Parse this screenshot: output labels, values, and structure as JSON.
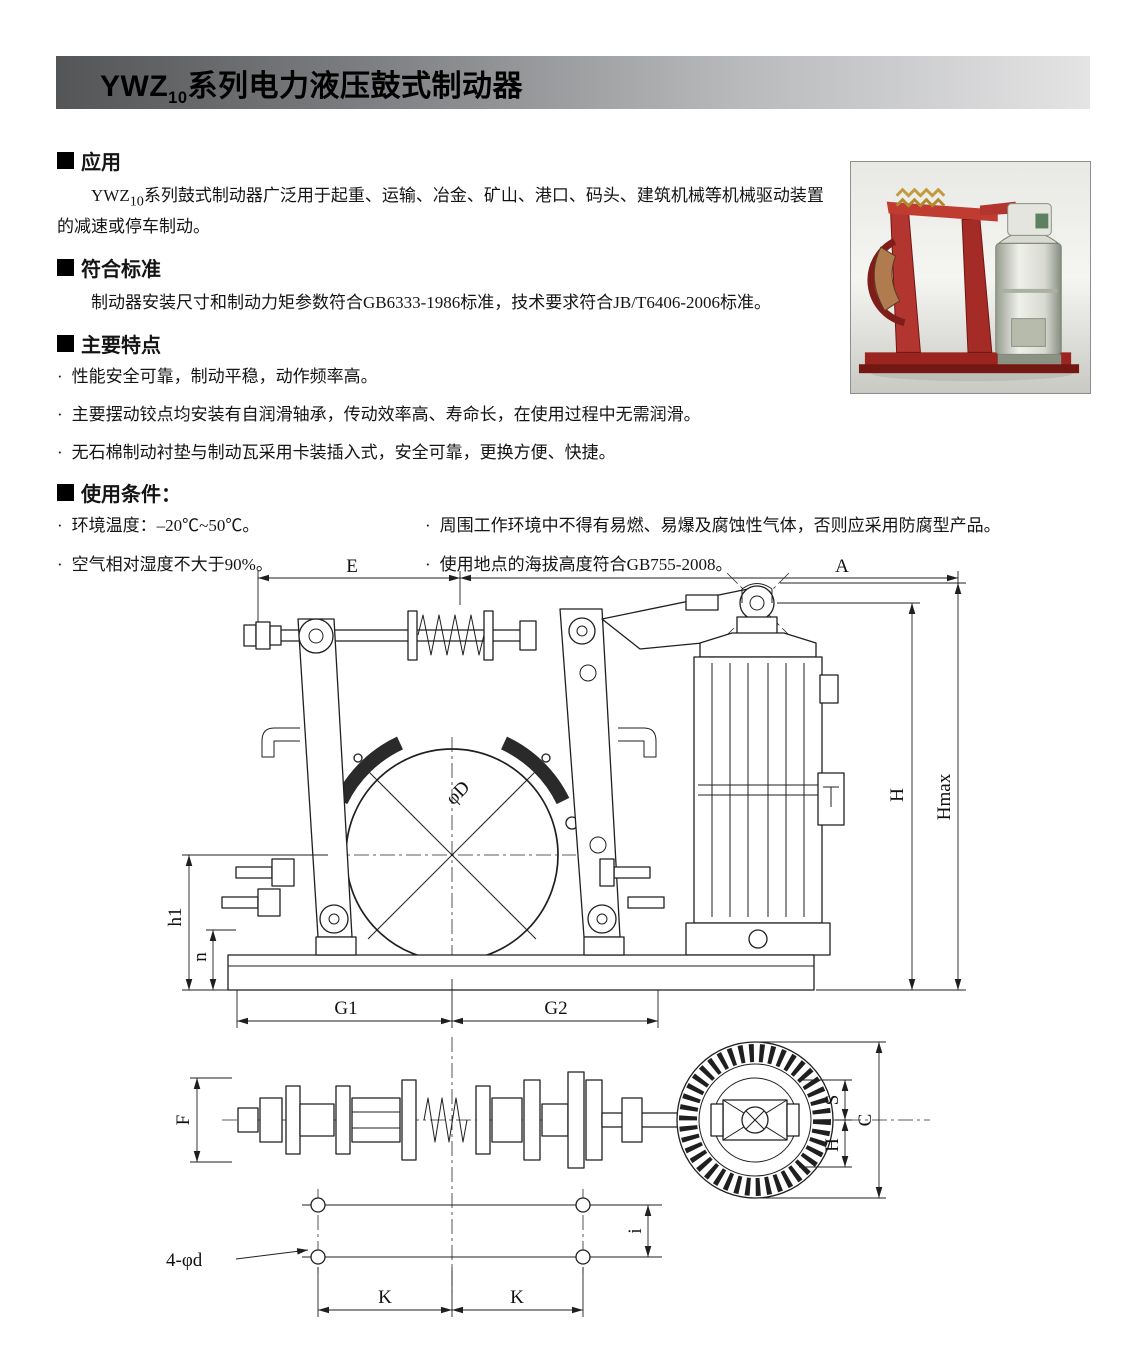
{
  "header": {
    "title_prefix": "YWZ",
    "title_subscript": "10",
    "title_suffix": "系列电力液压鼓式制动器"
  },
  "bullet_char": "·",
  "sections": {
    "application": {
      "heading": "应用",
      "body_prefix": "YWZ",
      "body_subscript": "10",
      "body_text": "系列鼓式制动器广泛用于起重、运输、冶金、矿山、港口、码头、建筑机械等机械驱动装置的减速或停车制动。"
    },
    "standards": {
      "heading": "符合标准",
      "body": "制动器安装尺寸和制动力矩参数符合GB6333-1986标准，技术要求符合JB/T6406-2006标准。"
    },
    "features": {
      "heading": "主要特点",
      "items": [
        "性能安全可靠，制动平稳，动作频率高。",
        "主要摆动铰点均安装有自润滑轴承，传动效率高、寿命长，在使用过程中无需润滑。",
        "无石棉制动衬垫与制动瓦采用卡装插入式，安全可靠，更换方便、快捷。"
      ]
    },
    "conditions": {
      "heading": "使用条件：",
      "left_items": [
        "环境温度：–20℃~50℃。",
        "空气相对湿度不大于90%。"
      ],
      "right_items": [
        "周围工作环境中不得有易燃、易爆及腐蚀性气体，否则应采用防腐型产品。",
        "使用地点的海拔高度符合GB755-2008。"
      ]
    }
  },
  "drawing": {
    "front": {
      "e": "E",
      "a": "A",
      "h": "H",
      "hmax": "Hmax",
      "h1": "h1",
      "n": "n",
      "g1": "G1",
      "g2": "G2",
      "phi_d": "φD"
    },
    "bottom": {
      "f": "F",
      "c": "C",
      "s": "S",
      "h": "H",
      "i": "i",
      "k1": "K",
      "k2": "K",
      "holes_label": "4-φd"
    }
  }
}
